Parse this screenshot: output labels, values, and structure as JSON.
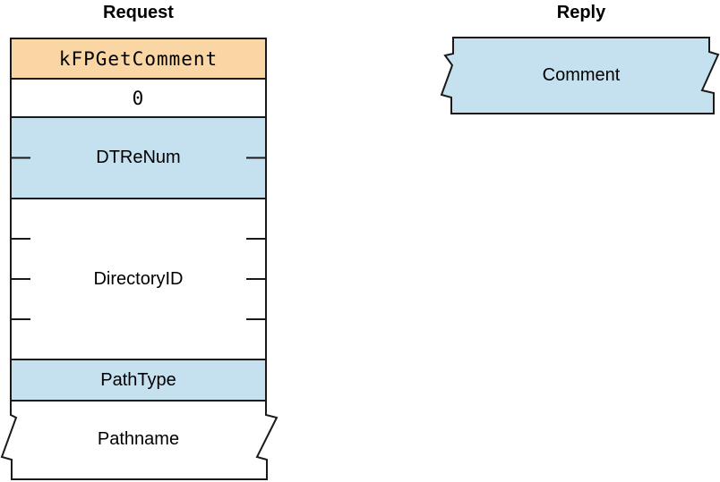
{
  "figure": {
    "request": {
      "title": "Request",
      "fields": [
        {
          "label": "kFPGetComment",
          "fill": "#FAD6A4",
          "bytes": 1
        },
        {
          "label": "0",
          "fill": "#FFFFFF",
          "bytes": 1
        },
        {
          "label": "DTReNum",
          "fill": "#C5E1EF",
          "bytes": 2
        },
        {
          "label": "DirectoryID",
          "fill": "#FFFFFF",
          "bytes": 4
        },
        {
          "label": "PathType",
          "fill": "#C5E1EF",
          "bytes": 1
        },
        {
          "label": "Pathname",
          "fill": "#FFFFFF",
          "variable_length": true
        }
      ]
    },
    "reply": {
      "title": "Reply",
      "fields": [
        {
          "label": "Comment",
          "fill": "#C5E1EF",
          "variable_length": true
        }
      ]
    },
    "colors": {
      "border": "#1A1A1A",
      "command_fill": "#FAD6A4",
      "highlight_fill": "#C5E1EF",
      "background": "#FFFFFF"
    }
  }
}
